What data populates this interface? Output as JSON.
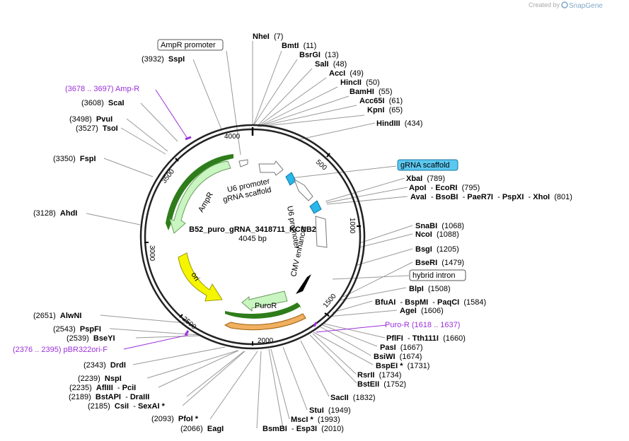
{
  "credit": {
    "text": "Created by",
    "brand": "SnapGene"
  },
  "plasmid": {
    "name": "B52_puro_gRNA_3418711_KCNB2",
    "length_label": "4045 bp",
    "length": 4045
  },
  "tick_labels": [
    "500",
    "1000",
    "1500",
    "2000",
    "2500",
    "3000",
    "3500",
    "4000"
  ],
  "boxed_labels": [
    {
      "text": "AmpR promoter",
      "highlight": false
    },
    {
      "text": "gRNA scaffold",
      "highlight": true
    },
    {
      "text": "hybrid intron",
      "highlight": false
    }
  ],
  "features": [
    {
      "text": "AmpR"
    },
    {
      "text": "ori"
    },
    {
      "text": "PuroR"
    },
    {
      "text": "U6 promoter"
    },
    {
      "text": "gRNA scaffold"
    },
    {
      "text": "U6 promoter"
    },
    {
      "text": "CMV enhancer"
    }
  ],
  "sites": [
    {
      "parts": [
        {
          "t": "NheI",
          "b": true
        },
        {
          "t": "  (7)",
          "b": false
        }
      ]
    },
    {
      "parts": [
        {
          "t": "BmtI",
          "b": true
        },
        {
          "t": "  (11)",
          "b": false
        }
      ]
    },
    {
      "parts": [
        {
          "t": "BsrGI",
          "b": true
        },
        {
          "t": "  (13)",
          "b": false
        }
      ]
    },
    {
      "parts": [
        {
          "t": "SalI",
          "b": true
        },
        {
          "t": "  (48)",
          "b": false
        }
      ]
    },
    {
      "parts": [
        {
          "t": "AccI",
          "b": true
        },
        {
          "t": "  (49)",
          "b": false
        }
      ]
    },
    {
      "parts": [
        {
          "t": "HincII",
          "b": true
        },
        {
          "t": "  (50)",
          "b": false
        }
      ]
    },
    {
      "parts": [
        {
          "t": "BamHI",
          "b": true
        },
        {
          "t": "  (55)",
          "b": false
        }
      ]
    },
    {
      "parts": [
        {
          "t": "Acc65I",
          "b": true
        },
        {
          "t": "  (61)",
          "b": false
        }
      ]
    },
    {
      "parts": [
        {
          "t": "KpnI",
          "b": true
        },
        {
          "t": "  (65)",
          "b": false
        }
      ]
    },
    {
      "parts": [
        {
          "t": "HindIII",
          "b": true
        },
        {
          "t": "  (434)",
          "b": false
        }
      ]
    },
    {
      "parts": [
        {
          "t": "XbaI",
          "b": true
        },
        {
          "t": "  (789)",
          "b": false
        }
      ]
    },
    {
      "parts": [
        {
          "t": "ApoI",
          "b": true
        },
        {
          "t": "  - ",
          "b": false
        },
        {
          "t": "EcoRI",
          "b": true
        },
        {
          "t": "  (795)",
          "b": false
        }
      ]
    },
    {
      "parts": [
        {
          "t": "AvaI",
          "b": true
        },
        {
          "t": "  - ",
          "b": false
        },
        {
          "t": "BsoBI",
          "b": true
        },
        {
          "t": "  - ",
          "b": false
        },
        {
          "t": "PaeR7I",
          "b": true
        },
        {
          "t": "  - ",
          "b": false
        },
        {
          "t": "PspXI",
          "b": true
        },
        {
          "t": "  - ",
          "b": false
        },
        {
          "t": "XhoI",
          "b": true
        },
        {
          "t": "  (801)",
          "b": false
        }
      ]
    },
    {
      "parts": [
        {
          "t": "SnaBI",
          "b": true
        },
        {
          "t": "  (1068)",
          "b": false
        }
      ]
    },
    {
      "parts": [
        {
          "t": "NcoI",
          "b": true
        },
        {
          "t": "  (1088)",
          "b": false
        }
      ]
    },
    {
      "parts": [
        {
          "t": "BsgI",
          "b": true
        },
        {
          "t": "  (1205)",
          "b": false
        }
      ]
    },
    {
      "parts": [
        {
          "t": "BseRI",
          "b": true
        },
        {
          "t": "  (1479)",
          "b": false
        }
      ]
    },
    {
      "parts": [
        {
          "t": "BlpI",
          "b": true
        },
        {
          "t": "  (1508)",
          "b": false
        }
      ]
    },
    {
      "parts": [
        {
          "t": "BfuAI",
          "b": true
        },
        {
          "t": "  - ",
          "b": false
        },
        {
          "t": "BspMI",
          "b": true
        },
        {
          "t": "  - ",
          "b": false
        },
        {
          "t": "PaqCI",
          "b": true
        },
        {
          "t": "  (1584)",
          "b": false
        }
      ]
    },
    {
      "parts": [
        {
          "t": "AgeI",
          "b": true
        },
        {
          "t": "  (1606)",
          "b": false
        }
      ]
    },
    {
      "parts": [
        {
          "t": "PflFI",
          "b": true
        },
        {
          "t": "  - ",
          "b": false
        },
        {
          "t": "Tth111I",
          "b": true
        },
        {
          "t": "  (1660)",
          "b": false
        }
      ]
    },
    {
      "parts": [
        {
          "t": "PasI",
          "b": true
        },
        {
          "t": "  (1667)",
          "b": false
        }
      ]
    },
    {
      "parts": [
        {
          "t": "BsiWI",
          "b": true
        },
        {
          "t": "  (1674)",
          "b": false
        }
      ]
    },
    {
      "parts": [
        {
          "t": "BspEI *",
          "b": true
        },
        {
          "t": "  (1731)",
          "b": false
        }
      ]
    },
    {
      "parts": [
        {
          "t": "RsrII",
          "b": true
        },
        {
          "t": "  (1734)",
          "b": false
        }
      ]
    },
    {
      "parts": [
        {
          "t": "BstEII",
          "b": true
        },
        {
          "t": "  (1752)",
          "b": false
        }
      ]
    },
    {
      "parts": [
        {
          "t": "SacII",
          "b": true
        },
        {
          "t": "  (1832)",
          "b": false
        }
      ]
    },
    {
      "parts": [
        {
          "t": "StuI",
          "b": true
        },
        {
          "t": "  (1949)",
          "b": false
        }
      ]
    },
    {
      "parts": [
        {
          "t": "MscI *",
          "b": true
        },
        {
          "t": "  (1993)",
          "b": false
        }
      ]
    },
    {
      "parts": [
        {
          "t": "BsmBI",
          "b": true
        },
        {
          "t": "  - ",
          "b": false
        },
        {
          "t": "Esp3I",
          "b": true
        },
        {
          "t": "  (2010)",
          "b": false
        }
      ]
    },
    {
      "parts": [
        {
          "t": "(2066)  ",
          "b": false
        },
        {
          "t": "EagI",
          "b": true
        }
      ]
    },
    {
      "parts": [
        {
          "t": "(2093)  ",
          "b": false
        },
        {
          "t": "PfoI *",
          "b": true
        }
      ]
    },
    {
      "parts": [
        {
          "t": "(2185)  ",
          "b": false
        },
        {
          "t": "CsiI",
          "b": true
        },
        {
          "t": "  - ",
          "b": false
        },
        {
          "t": "SexAI *",
          "b": true
        }
      ]
    },
    {
      "parts": [
        {
          "t": "(2189)  ",
          "b": false
        },
        {
          "t": "BstAPI",
          "b": true
        },
        {
          "t": "  - ",
          "b": false
        },
        {
          "t": "DraIII",
          "b": true
        }
      ]
    },
    {
      "parts": [
        {
          "t": "(2235)  ",
          "b": false
        },
        {
          "t": "AflIII",
          "b": true
        },
        {
          "t": "  - ",
          "b": false
        },
        {
          "t": "PciI",
          "b": true
        }
      ]
    },
    {
      "parts": [
        {
          "t": "(2239)  ",
          "b": false
        },
        {
          "t": "NspI",
          "b": true
        }
      ]
    },
    {
      "parts": [
        {
          "t": "(2343)  ",
          "b": false
        },
        {
          "t": "DrdI",
          "b": true
        }
      ]
    },
    {
      "parts": [
        {
          "t": "(2539)  ",
          "b": false
        },
        {
          "t": "BseYI",
          "b": true
        }
      ]
    },
    {
      "parts": [
        {
          "t": "(2543)  ",
          "b": false
        },
        {
          "t": "PspFI",
          "b": true
        }
      ]
    },
    {
      "parts": [
        {
          "t": "(2651)  ",
          "b": false
        },
        {
          "t": "AlwNI",
          "b": true
        }
      ]
    },
    {
      "parts": [
        {
          "t": "(3128)  ",
          "b": false
        },
        {
          "t": "AhdI",
          "b": true
        }
      ]
    },
    {
      "parts": [
        {
          "t": "(3350)  ",
          "b": false
        },
        {
          "t": "FspI",
          "b": true
        }
      ]
    },
    {
      "parts": [
        {
          "t": "(3498)  ",
          "b": false
        },
        {
          "t": "PvuI",
          "b": true
        }
      ]
    },
    {
      "parts": [
        {
          "t": "(3527)  ",
          "b": false
        },
        {
          "t": "TsoI",
          "b": true
        }
      ]
    },
    {
      "parts": [
        {
          "t": "(3608)  ",
          "b": false
        },
        {
          "t": "ScaI",
          "b": true
        }
      ]
    },
    {
      "parts": [
        {
          "t": "(3932)  ",
          "b": false
        },
        {
          "t": "SspI",
          "b": true
        }
      ]
    }
  ],
  "primers": [
    {
      "text": "(3678 .. 3697)  Amp-R"
    },
    {
      "text": "Puro-R   (1618 .. 1637)"
    },
    {
      "text": "(2376 .. 2395)  pBR322ori-F"
    }
  ],
  "colors": {
    "backbone": "#222222",
    "ampr": "#c8f5c0",
    "ori": "#f5f500",
    "puror": "#c8f5c0",
    "cmv_enhancer": "#000000",
    "gRNA_scaffold": "#29b6e8",
    "primer": "#9b30d9",
    "highlight_box": "#5bc8f0"
  }
}
